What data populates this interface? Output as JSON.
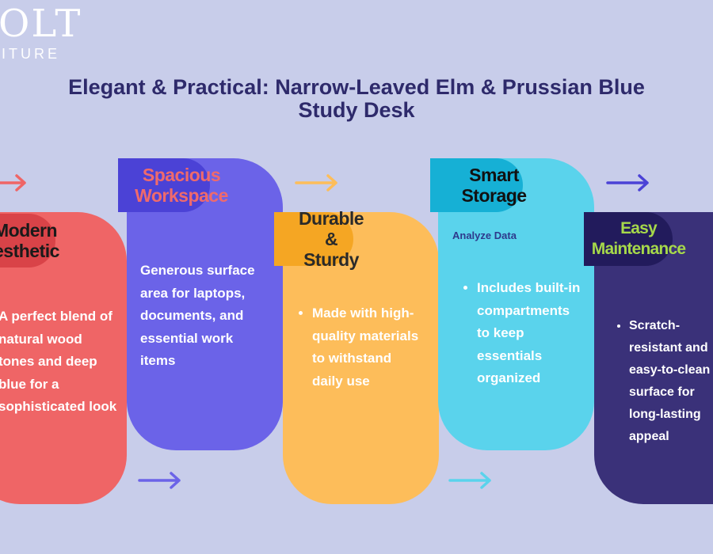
{
  "logo": {
    "line1": "OLT",
    "line2": "ITURE"
  },
  "title": {
    "line1": "Elegant & Practical: Narrow-Leaved Elm & Prussian Blue",
    "line2": "Study Desk"
  },
  "steps": [
    {
      "heading1": "Modern",
      "heading2": "esthetic",
      "body": "A perfect blend of natural wood tones and deep blue for a sophisticated look",
      "color": "#ef6566",
      "tab_color": "#d94348"
    },
    {
      "heading1": "Spacious",
      "heading2": "Workspace",
      "body": "Generous surface area for laptops, documents, and essential work items",
      "color": "#6b63e8",
      "tab_color": "#4b42d6"
    },
    {
      "heading1": "Durable &",
      "heading2": "Sturdy",
      "body": "Made with high-quality materials to withstand daily use",
      "color": "#fdbd5a",
      "tab_color": "#f5a623"
    },
    {
      "heading1": "Smart",
      "heading2": "Storage",
      "subheading": "Analyze Data",
      "body": "Includes built-in compartments to keep essentials organized",
      "color": "#5ad3ec",
      "tab_color": "#16b0d5"
    },
    {
      "heading1": "Easy",
      "heading2": "Maintenance",
      "body": "Scratch-resistant and easy-to-clean surface for long-lasting appeal",
      "color": "#3a3179",
      "tab_color": "#221b5c"
    }
  ],
  "arrow_colors": [
    "#ef6566",
    "#fdbd5a",
    "#4b42d6",
    "#6b63e8",
    "#5ad3ec"
  ]
}
